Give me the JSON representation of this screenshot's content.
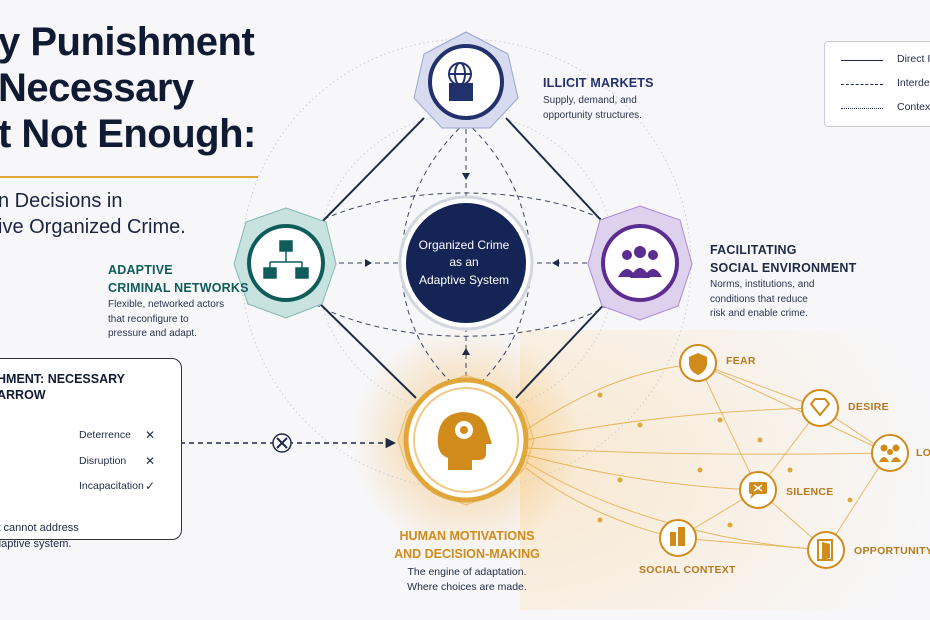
{
  "title": {
    "lines": [
      "y Punishment",
      "Necessary",
      "t Not Enough:"
    ],
    "subtitle_lines": [
      "n Decisions in",
      "ive Organized Crime."
    ]
  },
  "center": {
    "lines": [
      "Organized Crime",
      "as an",
      "Adaptive System"
    ]
  },
  "nodes": {
    "illicit": {
      "title": "ILLICIT MARKETS",
      "desc": [
        "Supply, demand, and",
        "opportunity structures."
      ],
      "color": "#22306b",
      "icon": "globe-box-icon"
    },
    "networks": {
      "title": [
        "ADAPTIVE",
        "CRIMINAL NETWORKS"
      ],
      "desc": [
        "Flexible, networked actors",
        "that reconfigure to",
        "pressure and adapt."
      ],
      "color": "#0f5c5a",
      "icon": "network-hierarchy-icon"
    },
    "social": {
      "title": [
        "FACILITATING",
        "SOCIAL ENVIRONMENT"
      ],
      "desc": [
        "Norms, institutions, and",
        "conditions that reduce",
        "risk and enable crime."
      ],
      "color": "#5b2d90",
      "icon": "people-group-icon"
    },
    "motivation": {
      "title": [
        "HUMAN MOTIVATIONS",
        "AND DECISION-MAKING"
      ],
      "desc": [
        "The engine of adaptation.",
        "Where choices are made."
      ],
      "color": "#d18b1a",
      "icon": "head-gear-icon"
    }
  },
  "legend": [
    {
      "label": "Direct Influ",
      "style": "solid"
    },
    {
      "label": "Interdepen",
      "style": "dashed"
    },
    {
      "label": "Contextual",
      "style": "dotted"
    }
  ],
  "punishment": {
    "title_lines": [
      "HMENT: NECESSARY",
      "ARROW"
    ],
    "items": [
      {
        "label": "Deterrence",
        "mark": "✕"
      },
      {
        "label": "Disruption",
        "mark": "✕"
      },
      {
        "label": "Incapacitation",
        "mark": "✓"
      }
    ],
    "footer_lines": [
      "it cannot address",
      "daptive system."
    ],
    "icon": "courthouse-scales-icon"
  },
  "factors": [
    {
      "label": "FEAR",
      "icon": "shield-warning-icon"
    },
    {
      "label": "DESIRE",
      "icon": "diamond-icon"
    },
    {
      "label": "LO",
      "icon": "family-icon"
    },
    {
      "label": "SILENCE",
      "icon": "muted-speech-icon"
    },
    {
      "label": "OPPORTUNITY",
      "icon": "open-door-icon"
    },
    {
      "label": "SOCIAL CONTEXT",
      "icon": "buildings-icon"
    }
  ],
  "colors": {
    "navy": "#142454",
    "teal": "#0f5c5a",
    "purple": "#5b2d90",
    "gold": "#e0a63a",
    "orange": "#d18b1a"
  }
}
